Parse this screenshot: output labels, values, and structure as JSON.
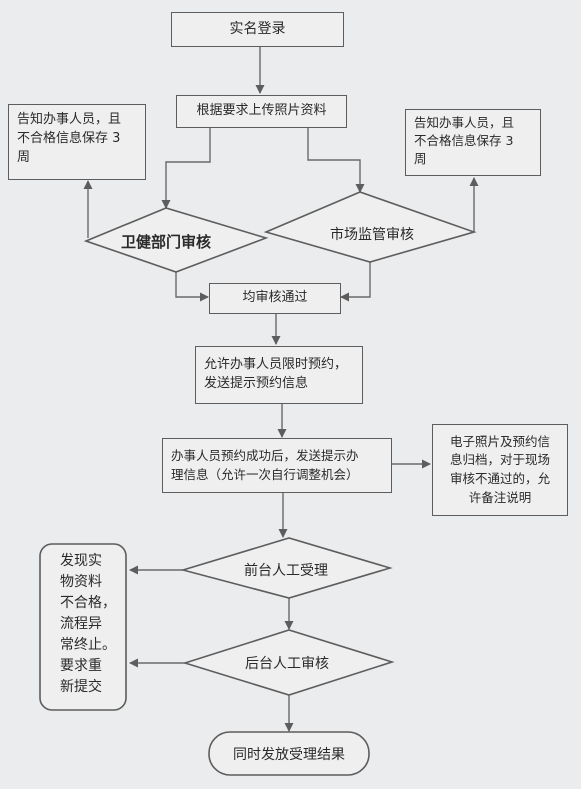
{
  "flow": {
    "login": "实名登录",
    "upload": "根据要求上传照片资料",
    "notice_left": "告知办事人员，且\n不合格信息保存 3\n周",
    "notice_right": "告知办事人员，且\n不合格信息保存 3\n周",
    "health_review": "卫健部门审核",
    "market_review": "市场监管审核",
    "both_passed": "均审核通过",
    "allow_booking": "允许办事人员限时预约，\n发送提示预约信息",
    "booking_success": "办事人员预约成功后，发送提示办\n理信息（允许一次自行调整机会）",
    "archive_note": "电子照片及预约信\n息归档，对于现场\n审核不通过的，允\n许备注说明",
    "front_desk": "前台人工受理",
    "back_office": "后台人工审核",
    "abnormal_end": "发现实\n物资料\n不合格，\n流程异\n常终止。\n要求重\n新提交",
    "result": "同时发放受理结果"
  }
}
